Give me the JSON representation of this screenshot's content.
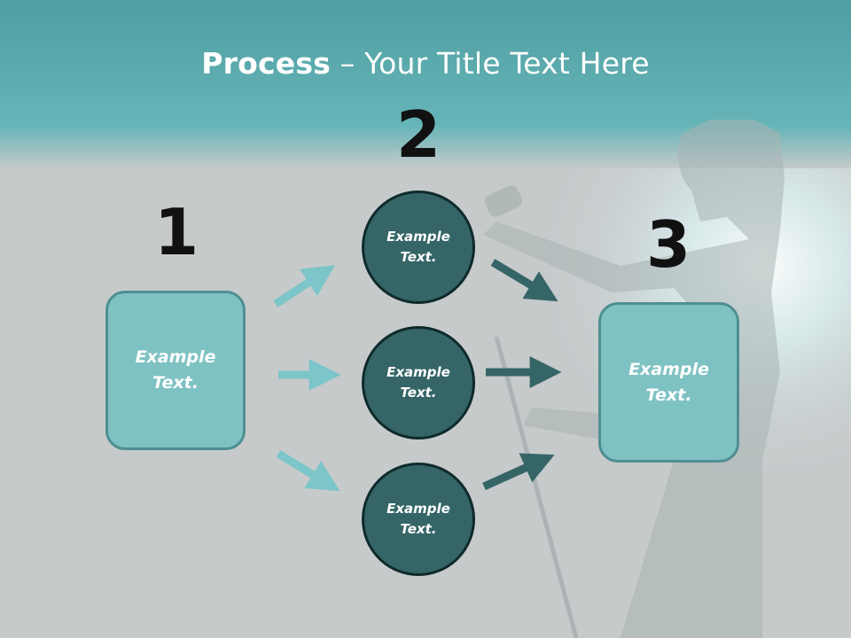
{
  "slide": {
    "title_bold": "Process",
    "title_rest": " – Your Title Text Here"
  },
  "diagram": {
    "step_numbers": [
      "1",
      "2",
      "3"
    ],
    "box_left": "Example\nText.",
    "circles": [
      "Example\nText.",
      "Example\nText.",
      "Example\nText."
    ],
    "box_right": "Example\nText."
  },
  "colors": {
    "header_teal": "#5fb0b3",
    "box_fill": "#7fc2c3",
    "box_border": "#4f8f91",
    "circle_fill": "#356567",
    "light_arrow": "#7cc5c8",
    "dark_arrow": "#356567"
  }
}
